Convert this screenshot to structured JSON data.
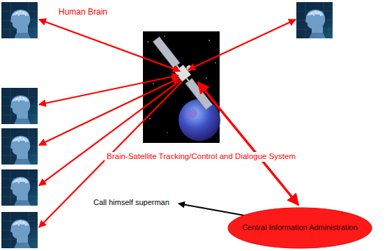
{
  "diagram": {
    "nodes": [
      {
        "text": [
          "Central Information Administration"
        ]
      }
    ],
    "labels": [
      "Human Brain",
      "Brain-Satellite Tracking/Control and Dialogue System",
      "Call himself superman"
    ]
  }
}
